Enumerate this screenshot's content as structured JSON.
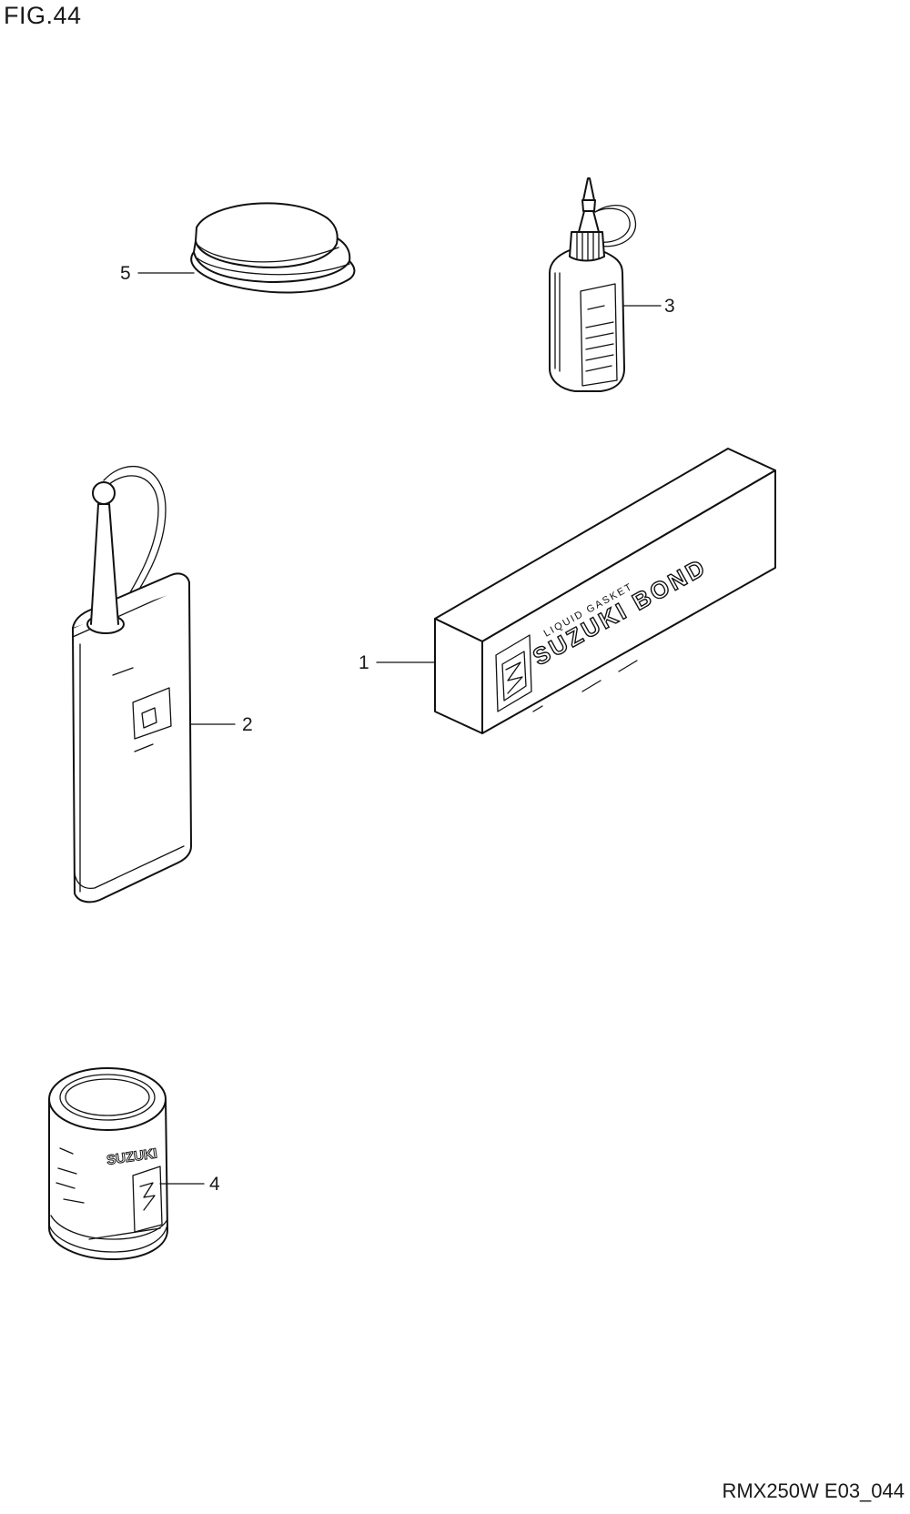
{
  "figure": {
    "title": "FIG.44",
    "code": "RMX250W E03_044"
  },
  "callouts": [
    {
      "number": "1",
      "part": "bond-box"
    },
    {
      "number": "2",
      "part": "oil-can"
    },
    {
      "number": "3",
      "part": "oil-bottle"
    },
    {
      "number": "4",
      "part": "paint-can"
    },
    {
      "number": "5",
      "part": "grease-tin"
    }
  ],
  "product_text": {
    "box_brand": "SUZUKI BOND",
    "box_subtitle": "LIQUID GASKET",
    "can_label": "SUZUKI"
  },
  "colors": {
    "line": "#111111",
    "background": "#ffffff"
  }
}
